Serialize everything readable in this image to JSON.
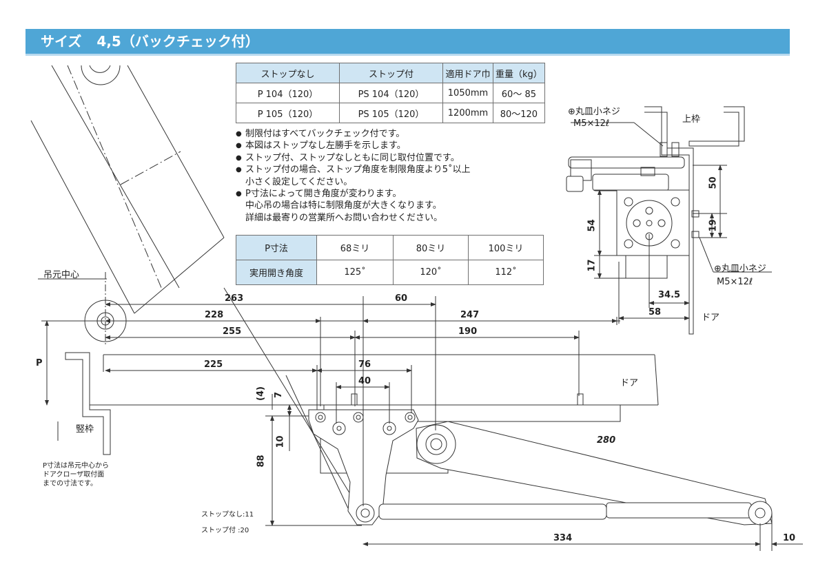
{
  "header": {
    "size_label": "サイズ",
    "title": "4,5（バックチェック付）"
  },
  "model_table": {
    "headers": [
      "ストップなし",
      "ストップ付",
      "適用ドア巾",
      "重量（kg）"
    ],
    "rows": [
      [
        "P 104（120）",
        "PS 104（120）",
        "1050mm",
        "60～ 85"
      ],
      [
        "P 105（120）",
        "PS 105（120）",
        "1200mm",
        "80～120"
      ]
    ]
  },
  "notes": [
    {
      "bullet": "●",
      "lines": [
        "制限付はすべてバックチェック付です。"
      ]
    },
    {
      "bullet": "●",
      "lines": [
        "本図はストップなし左勝手を示します。"
      ]
    },
    {
      "bullet": "●",
      "lines": [
        "ストップ付、ストップなしともに同じ取付位置です。"
      ]
    },
    {
      "bullet": "●",
      "lines": [
        "ストップ付の場合、ストップ角度を制限角度より5˚以上",
        "小さく設定してください。"
      ]
    },
    {
      "bullet": "●",
      "lines": [
        "P寸法によって開き角度が変わります。",
        "中心吊の場合は特に制限角度が大きくなります。",
        "詳細は最寄りの営業所へお問い合わせください。"
      ]
    }
  ],
  "angle_table": {
    "row_labels": [
      "P寸法",
      "実用開き角度"
    ],
    "p_values": [
      "68ミリ",
      "80ミリ",
      "100ミリ"
    ],
    "angles": [
      "125˚",
      "120˚",
      "112˚"
    ]
  },
  "side_view": {
    "screw_label_top": "⊕丸皿小ネジ",
    "screw_spec_top": "M5×12ℓ",
    "frame_label": "上枠",
    "screw_label_bottom": "⊕丸皿小ネジ",
    "screw_spec_bottom": "M5×12ℓ",
    "door_label": "ドア",
    "dims": {
      "d50": "50",
      "d54": "54",
      "d19": "19",
      "d17": "17",
      "d34_5": "34.5",
      "d58": "58"
    }
  },
  "plan_view": {
    "hinge_center_label": "吊元中心",
    "jamb_label": "竪枠",
    "door_label": "ドア",
    "p_label": "P",
    "p_note": [
      "P寸法は吊元中心から",
      "ドアクローザ取付面",
      "までの寸法です。"
    ],
    "stop_none_label": "ストップなし:11",
    "stop_with_label": "ストップ付 :20",
    "dims": {
      "d263": "263",
      "d60": "60",
      "d228": "228",
      "d247": "247",
      "d255": "255",
      "d190": "190",
      "d225": "225",
      "d76": "76",
      "d40": "40",
      "d4": "(4)",
      "d7": "7",
      "d10a": "10",
      "d88": "88",
      "d280": "280",
      "d334": "334",
      "d10b": "10"
    }
  },
  "colors": {
    "header": "#4fa6d6",
    "table_header": "#cfe5f3",
    "line": "#333333"
  }
}
